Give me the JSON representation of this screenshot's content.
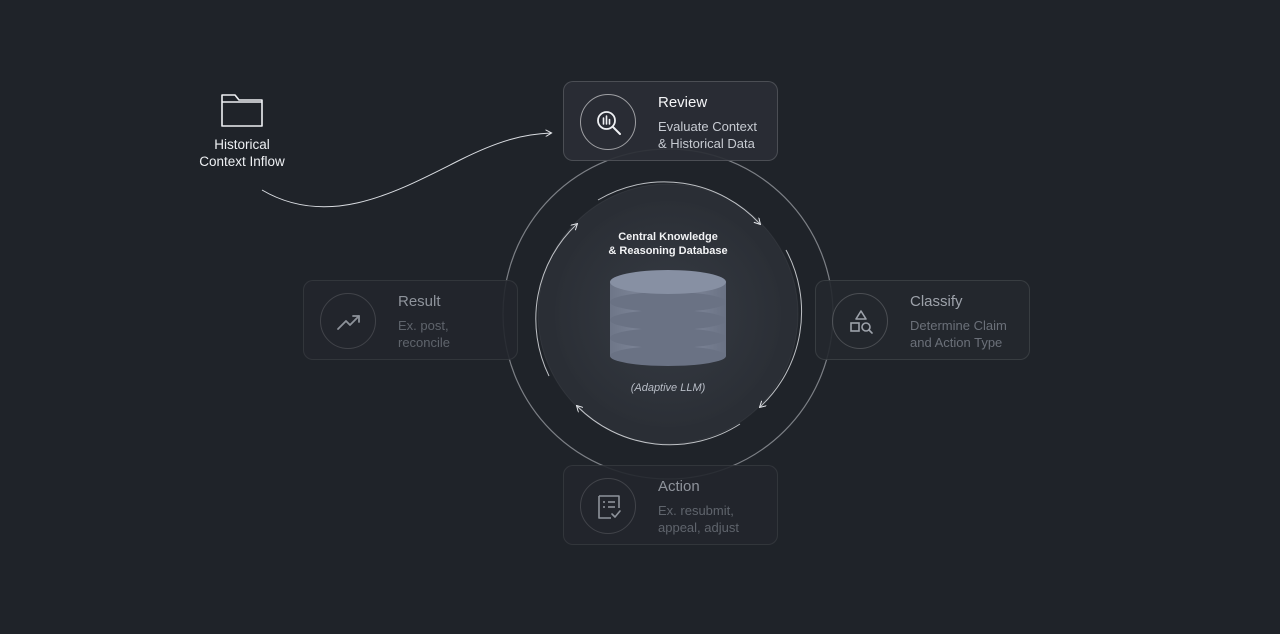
{
  "inflow": {
    "label_line1": "Historical",
    "label_line2": "Context Inflow",
    "icon": "folder-icon"
  },
  "center": {
    "title_line1": "Central Knowledge",
    "title_line2": "& Reasoning Database",
    "subtitle": "(Adaptive LLM)",
    "icon": "database-icon"
  },
  "steps": {
    "review": {
      "title": "Review",
      "desc_line1": "Evaluate Context",
      "desc_line2": "& Historical Data",
      "icon": "search-analytics-icon"
    },
    "classify": {
      "title": "Classify",
      "desc_line1": "Determine Claim",
      "desc_line2": "and Action Type",
      "icon": "shapes-search-icon"
    },
    "action": {
      "title": "Action",
      "desc_line1": "Ex. resubmit,",
      "desc_line2": "appeal, adjust",
      "icon": "checklist-icon"
    },
    "result": {
      "title": "Result",
      "desc_line1": "Ex. post,",
      "desc_line2": "reconcile",
      "icon": "trend-up-icon"
    }
  },
  "colors": {
    "background": "#1f2329",
    "ring": "#c9ccd2",
    "database": "#7e8699"
  }
}
